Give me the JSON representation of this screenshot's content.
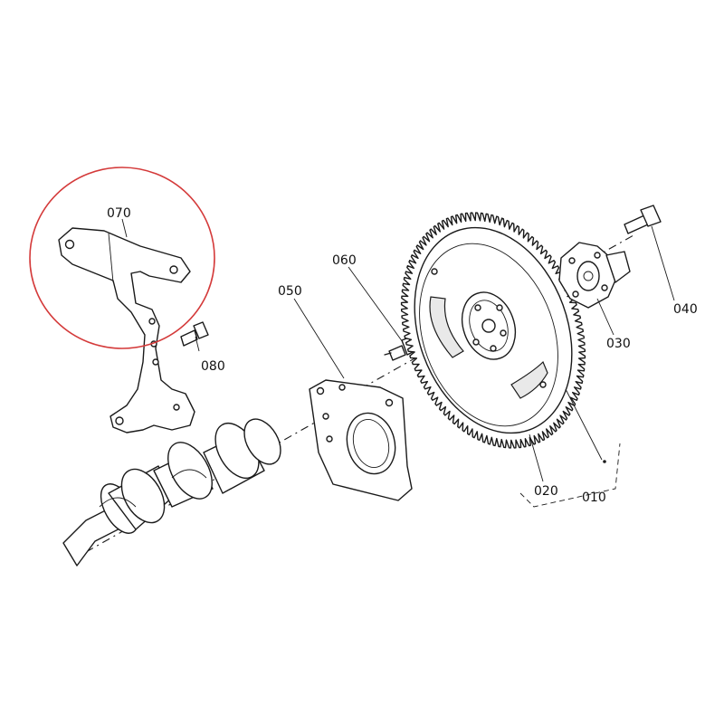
{
  "labels": {
    "p010": "010",
    "p020": "020",
    "p030": "030",
    "p040": "040",
    "p050": "050",
    "p060": "060",
    "p070": "070",
    "p080": "080"
  },
  "colors": {
    "highlight": "#d43a3a",
    "line": "#1a1a1a",
    "background": "#ffffff"
  }
}
